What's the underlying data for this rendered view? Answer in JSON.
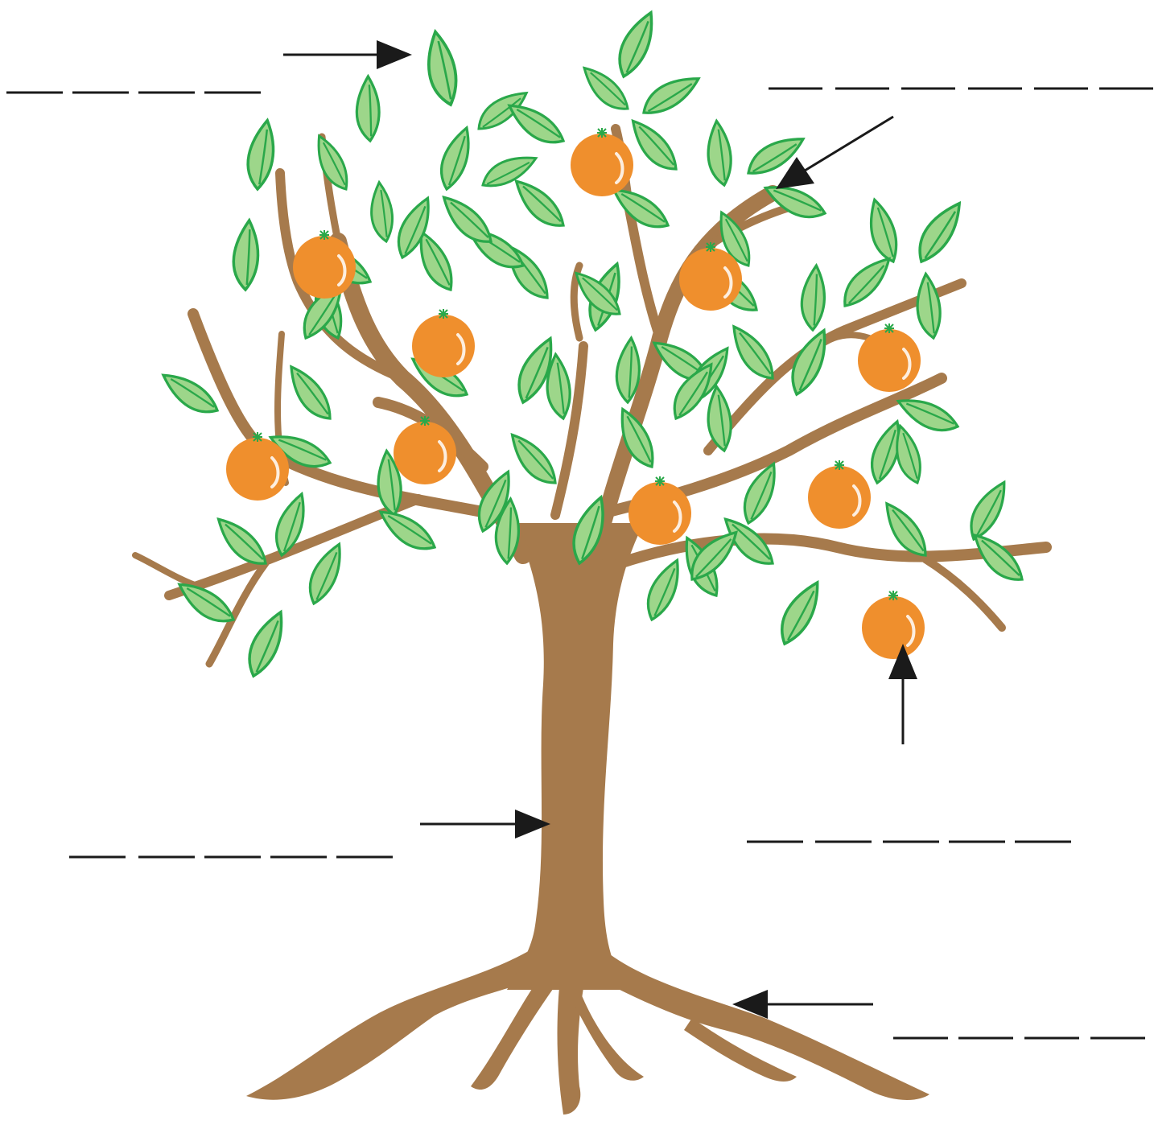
{
  "diagram": {
    "kind": "labeled tree worksheet",
    "colors": {
      "bark": "#a67a4c",
      "leaf_fill": "#9dd68a",
      "leaf_outline": "#2aa84a",
      "fruit": "#ef8f2d",
      "fruit_stem": "#2aa84a",
      "arrow": "#1a1a1a",
      "blank_line": "#1a1a1a"
    },
    "labels": [
      {
        "id": "leaf",
        "points_to": "leaf-icon",
        "letter_blanks": 4,
        "text": ""
      },
      {
        "id": "branch",
        "points_to": "branch-icon",
        "letter_blanks": 6,
        "text": ""
      },
      {
        "id": "fruit",
        "points_to": "fruit-icon",
        "letter_blanks": 5,
        "text": ""
      },
      {
        "id": "trunk",
        "points_to": "trunk-icon",
        "letter_blanks": 5,
        "text": ""
      },
      {
        "id": "roots",
        "points_to": "roots-icon",
        "letter_blanks": 4,
        "text": ""
      }
    ]
  }
}
